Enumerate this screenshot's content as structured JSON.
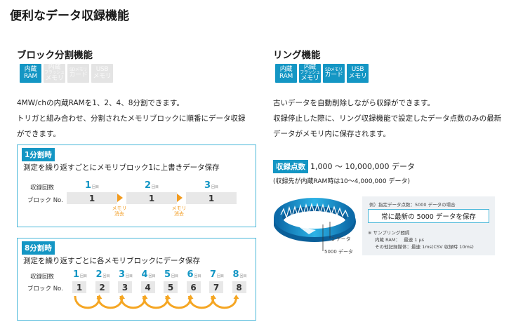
{
  "page": {
    "title": "便利なデータ収録機能"
  },
  "block": {
    "heading": "ブロック分割機能",
    "badges": [
      {
        "lines": [
          "内蔵",
          "RAM"
        ],
        "active": true
      },
      {
        "lines": [
          "内蔵",
          "フラッシュ",
          "メモリ"
        ],
        "active": false
      },
      {
        "lines": [
          "SDメモリ",
          "カード"
        ],
        "active": false
      },
      {
        "lines": [
          "USB",
          "メモリ"
        ],
        "active": false
      }
    ],
    "desc_lines": [
      "4MW/chの内蔵RAMを1、2、4、8分割できます。",
      "トリガと組み合わせ、分割されたメモリブロックに順番にデータ収録",
      "ができます。"
    ],
    "box1": {
      "tag": "1分割時",
      "desc": "測定を繰り返すごとにメモリブロック1に上書きデータ保存",
      "count_label": "収録回数",
      "block_label": "ブロック No.",
      "counts": [
        "1",
        "2",
        "3"
      ],
      "count_unit": "回目",
      "blocks": [
        "1",
        "1",
        "1"
      ],
      "erase_label": [
        "メモリ",
        "消去"
      ]
    },
    "box2": {
      "tag": "8分割時",
      "desc": "測定を繰り返すごとに各メモリブロックにデータ保存",
      "count_label": "収録回数",
      "block_label": "ブロック No.",
      "counts": [
        "1",
        "2",
        "3",
        "4",
        "5",
        "6",
        "7",
        "8"
      ],
      "count_unit": "回目",
      "blocks": [
        "1",
        "2",
        "3",
        "4",
        "5",
        "6",
        "7",
        "8"
      ]
    }
  },
  "ring": {
    "heading": "リング機能",
    "badges": [
      {
        "lines": [
          "内蔵",
          "RAM"
        ],
        "active": true
      },
      {
        "lines": [
          "内蔵",
          "フラッシュ",
          "メモリ"
        ],
        "active": true
      },
      {
        "lines": [
          "SDメモリ",
          "カード"
        ],
        "active": true
      },
      {
        "lines": [
          "USB",
          "メモリ"
        ],
        "active": true
      }
    ],
    "desc_lines": [
      "古いデータを自動削除しながら収録ができます。",
      "収録停止した際に、リング収録機能で設定したデータ点数のみの最新",
      "データがメモリ内に保存されます。"
    ],
    "points_label": "収録点数",
    "points_range": "1,000 ～ 10,000,000 データ",
    "points_note": "(収録先が内蔵RAM時は10～4,000,000 データ)",
    "diagram": {
      "label_1": "1 データ",
      "label_5000": "5000 データ"
    },
    "info": {
      "example": "例）指定データ点数：5000 データの場合",
      "button": "常に最新の 5000 データを保存",
      "sampling_title": "※ サンプリング間隔",
      "sampling_ram": "内蔵 RAM：　 最速 1 μs",
      "sampling_other": "その他記録媒体：最速 1ms(CSV 収録時 10ms)"
    }
  }
}
